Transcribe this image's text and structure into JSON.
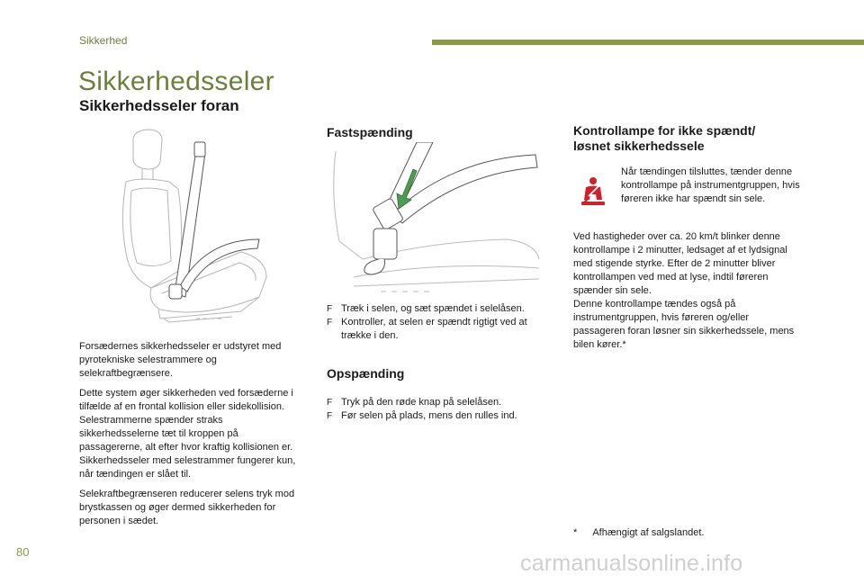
{
  "header": {
    "section": "Sikkerhed",
    "title": "Sikkerhedsseler",
    "subtitle": "Sikkerhedsseler foran"
  },
  "col1": {
    "para1": "Forsædernes sikkerhedsseler er udstyret med pyrotekniske selestrammere og selekraftbegrænsere.",
    "para2": "Dette system øger sikkerheden ved forsæderne i tilfælde af en frontal kollision eller sidekollision. Selestrammerne spænder straks sikkerhedsselerne tæt til kroppen på passagererne, alt efter hvor kraftig kollisionen er.",
    "para3": "Sikkerhedsseler med selestrammer fungerer kun, når tændingen er slået til.",
    "para4": "Selekraftbegrænseren reducerer selens tryk mod brystkassen og øger dermed sikkerheden for personen i sædet."
  },
  "col2": {
    "fasten_title": "Fastspænding",
    "fasten_items": [
      "Træk i selen, og sæt spændet i selelåsen.",
      "Kontroller, at selen er spændt rigtigt ved at trække i den."
    ],
    "unfasten_title": "Opspænding",
    "unfasten_items": [
      "Tryk på den røde knap på selelåsen.",
      "Før selen på plads, mens den rulles ind."
    ]
  },
  "col3": {
    "title_line1": "Kontrollampe for ikke spændt/",
    "title_line2": "løsnet sikkerhedssele",
    "lamp_text": "Når tændingen tilsluttes, tænder denne kontrollampe på instrumentgruppen, hvis føreren ikke har spændt sin sele.",
    "para1": "Ved hastigheder over ca. 20 km/t blinker denne kontrollampe i 2 minutter, ledsaget af et lydsignal med stigende styrke. Efter de 2 minutter bliver kontrollampen ved med at lyse, indtil føreren spænder sin sele.",
    "para2": "Denne kontrollampe tændes også på instrumentgruppen, hvis føreren og/eller passageren foran løsner sin sikkerhedssele, mens bilen kører.*",
    "footnote_mark": "*",
    "footnote": "Afhængigt af salgslandet."
  },
  "footer": {
    "page_number": "80",
    "watermark": "carmanualsonline.info"
  },
  "colors": {
    "accent": "#8b9a46",
    "warning_red": "#d0202a"
  },
  "icons": [
    "seat-illustration",
    "belt-buckle-illustration",
    "seatbelt-warning-icon"
  ]
}
